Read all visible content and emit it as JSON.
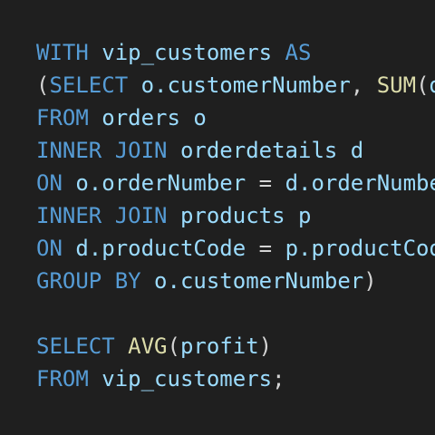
{
  "editor": {
    "background": "#1f1f1f",
    "colors": {
      "keyword": "#569cd6",
      "identifier": "#9cdcfe",
      "function": "#dcdcaa",
      "plain": "#d4d4d4"
    },
    "lines": [
      [
        {
          "text": "WITH",
          "type": "kw"
        },
        {
          "text": " ",
          "type": "pl"
        },
        {
          "text": "vip_customers",
          "type": "id"
        },
        {
          "text": " ",
          "type": "pl"
        },
        {
          "text": "AS",
          "type": "kw"
        }
      ],
      [
        {
          "text": "(",
          "type": "pl"
        },
        {
          "text": "SELECT",
          "type": "kw"
        },
        {
          "text": " ",
          "type": "pl"
        },
        {
          "text": "o.customerNumber",
          "type": "id"
        },
        {
          "text": ", ",
          "type": "pl"
        },
        {
          "text": "SUM",
          "type": "fn"
        },
        {
          "text": "(",
          "type": "pl"
        },
        {
          "text": "d",
          "type": "id"
        }
      ],
      [
        {
          "text": "FROM",
          "type": "kw"
        },
        {
          "text": " ",
          "type": "pl"
        },
        {
          "text": "orders o",
          "type": "id"
        }
      ],
      [
        {
          "text": "INNER JOIN",
          "type": "kw"
        },
        {
          "text": " ",
          "type": "pl"
        },
        {
          "text": "orderdetails d",
          "type": "id"
        }
      ],
      [
        {
          "text": "ON",
          "type": "kw"
        },
        {
          "text": " ",
          "type": "pl"
        },
        {
          "text": "o.orderNumber",
          "type": "id"
        },
        {
          "text": " = ",
          "type": "pl"
        },
        {
          "text": "d.orderNumber",
          "type": "id"
        }
      ],
      [
        {
          "text": "INNER JOIN",
          "type": "kw"
        },
        {
          "text": " ",
          "type": "pl"
        },
        {
          "text": "products p",
          "type": "id"
        }
      ],
      [
        {
          "text": "ON",
          "type": "kw"
        },
        {
          "text": " ",
          "type": "pl"
        },
        {
          "text": "d.productCode",
          "type": "id"
        },
        {
          "text": " = ",
          "type": "pl"
        },
        {
          "text": "p.productCode",
          "type": "id"
        }
      ],
      [
        {
          "text": "GROUP BY",
          "type": "kw"
        },
        {
          "text": " ",
          "type": "pl"
        },
        {
          "text": "o.customerNumber",
          "type": "id"
        },
        {
          "text": ")",
          "type": "pl"
        }
      ],
      [],
      [
        {
          "text": "SELECT",
          "type": "kw"
        },
        {
          "text": " ",
          "type": "pl"
        },
        {
          "text": "AVG",
          "type": "fn"
        },
        {
          "text": "(",
          "type": "pl"
        },
        {
          "text": "profit",
          "type": "id"
        },
        {
          "text": ")",
          "type": "pl"
        }
      ],
      [
        {
          "text": "FROM",
          "type": "kw"
        },
        {
          "text": " ",
          "type": "pl"
        },
        {
          "text": "vip_customers",
          "type": "id"
        },
        {
          "text": ";",
          "type": "pl"
        }
      ]
    ]
  }
}
